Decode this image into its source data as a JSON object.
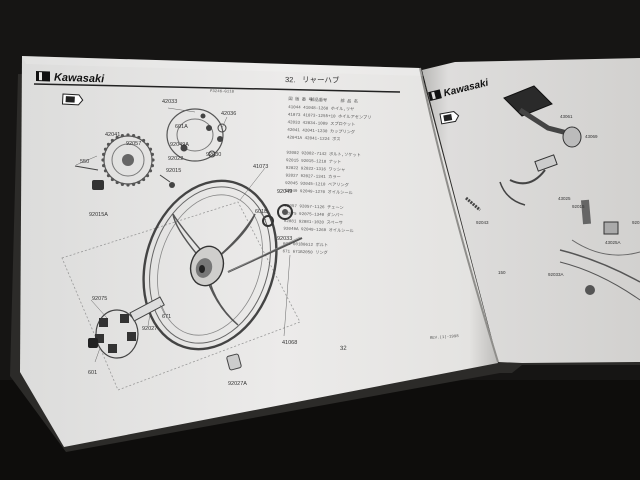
{
  "brand": "Kawasaki",
  "left_page": {
    "figure_code": "F3246-G110",
    "section_number": "32.",
    "section_title": "リャーハブ",
    "page_number": "32",
    "footer_code": "REV.(1)-1998",
    "col_headers": [
      "図 版 番 号",
      "部品番号",
      "部 品 名"
    ],
    "part_rows": [
      "41044   41048-1268        ホイル,リヤ",
      "41073   41073-1255+10   ホイルアセンブリ",
      "42033   42034-1009        スプロケット",
      "42041   42041-1230        カップリング",
      "42041A  42041-1224        ボス",
      "",
      "92002   92002-7142        ボルト,ソケット",
      "92015   92015-1218        ナット",
      "92022   92022-1316        ワッシャ",
      "92027   92027-1341        カラー",
      "92045   92045-1210        ベアリング",
      "92049   92049-1270        オイルシール",
      "",
      "92057   92057-1126        チェーン",
      "92075   92075-1340        ダンパー",
      "92081   92081-1020        スペーサ",
      "92049A  92049-1269        オイルシール",
      "",
      "601     601B0612          ボルト",
      "671     671B2050          リング"
    ],
    "callouts": [
      "42033",
      "42036",
      "42041",
      "92057",
      "601A",
      "92049A",
      "92022",
      "92030",
      "92015",
      "550",
      "92015A",
      "41073",
      "92049",
      "601B",
      "92033",
      "92075",
      "92027",
      "671",
      "601",
      "41068",
      "92027A"
    ]
  },
  "right_page": {
    "callouts": [
      "43061",
      "43069",
      "43025",
      "92015",
      "43025A",
      "92015A",
      "92033A",
      "150",
      "92043"
    ]
  }
}
